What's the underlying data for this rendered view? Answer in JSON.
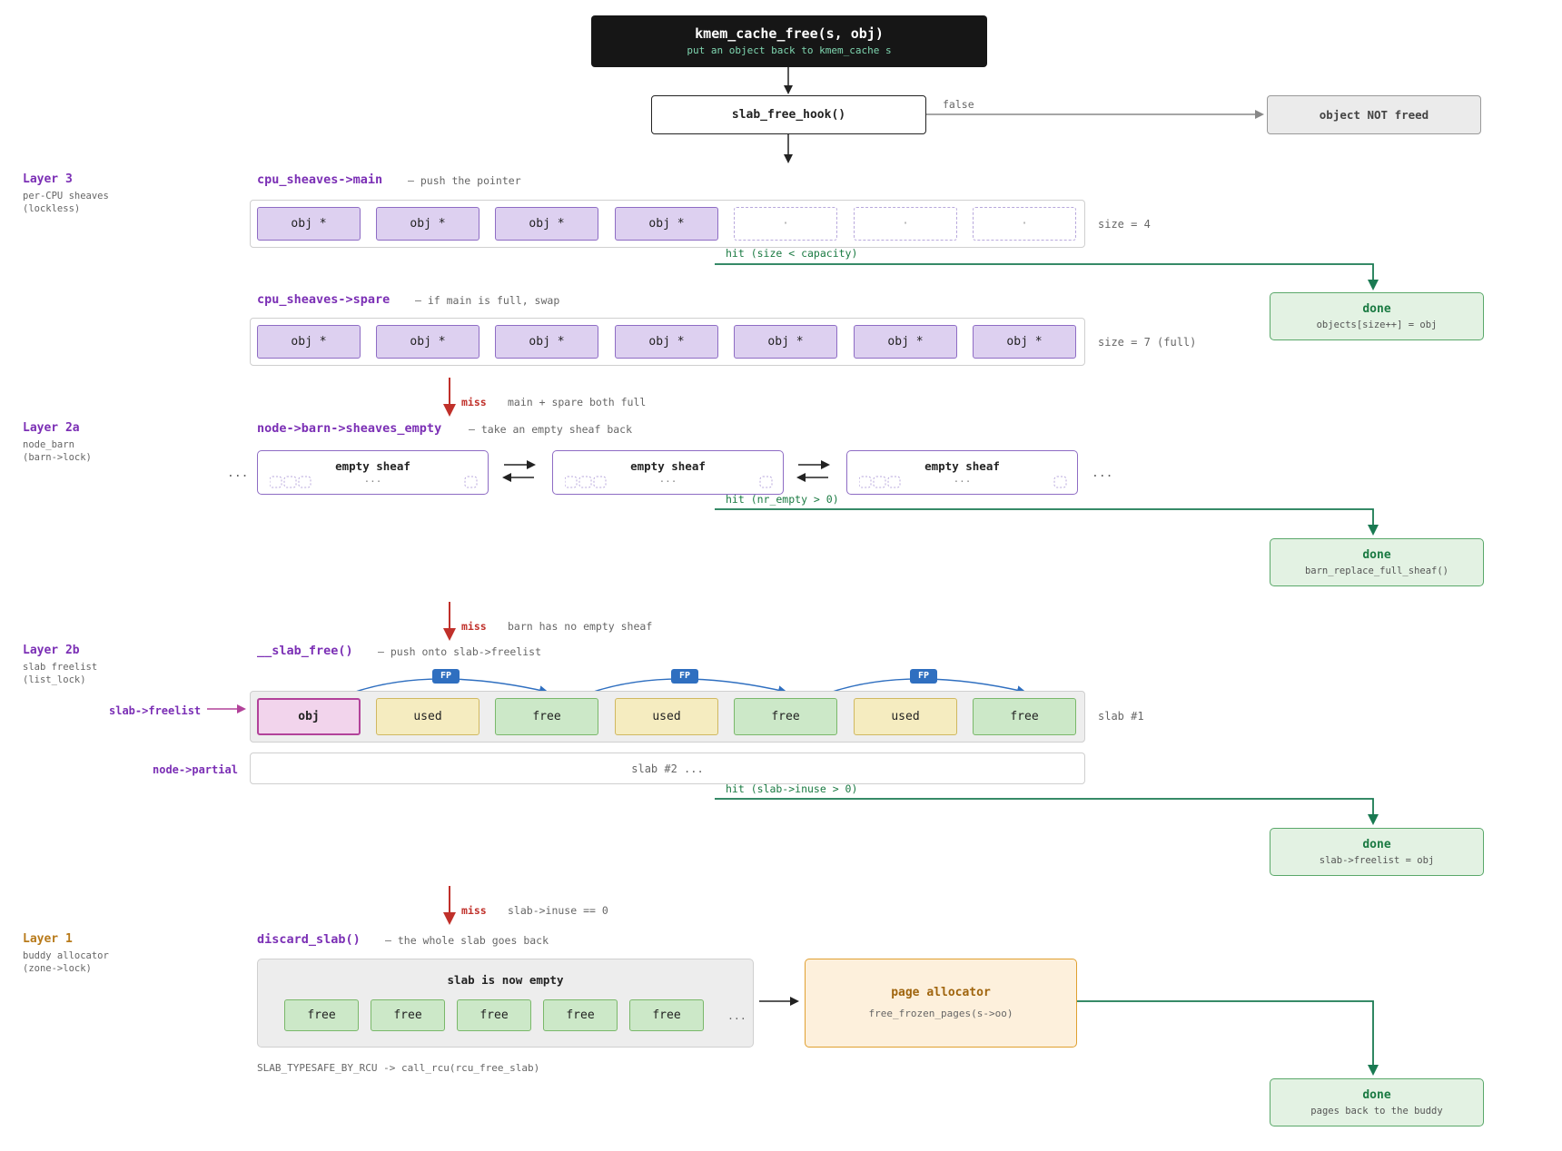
{
  "top": {
    "title": "kmem_cache_free(s, obj)",
    "subtitle": "put an object back to kmem_cache s"
  },
  "hook": {
    "label": "slab_free_hook()",
    "false_label": "false",
    "not_freed": "object NOT freed"
  },
  "layer3": {
    "title": "Layer 3",
    "sub1": "per-CPU sheaves",
    "sub2": "(lockless)",
    "main_head": "cpu_sheaves->main",
    "main_note": "— push the pointer",
    "main_cells": [
      "obj *",
      "obj *",
      "obj *",
      "obj *",
      "·",
      "·",
      "·"
    ],
    "main_size": "size = 4",
    "hit": "hit (size < capacity)",
    "spare_head": "cpu_sheaves->spare",
    "spare_note": "— if main is full, swap",
    "spare_cells": [
      "obj *",
      "obj *",
      "obj *",
      "obj *",
      "obj *",
      "obj *",
      "obj *"
    ],
    "spare_size": "size = 7 (full)",
    "done_title": "done",
    "done_sub": "objects[size++] = obj",
    "miss": "miss",
    "miss_note": "main + spare both full"
  },
  "layer2a": {
    "title": "Layer 2a",
    "sub1": "node_barn",
    "sub2": "(barn->lock)",
    "head": "node->barn->sheaves_empty",
    "note": "— take an empty sheaf back",
    "sheaf_title": "empty sheaf",
    "sheaf_dots": "...",
    "ellipsis": "...",
    "hit": "hit (nr_empty > 0)",
    "done_title": "done",
    "done_sub": "barn_replace_full_sheaf()",
    "miss": "miss",
    "miss_note": "barn has no empty sheaf"
  },
  "layer2b": {
    "title": "Layer 2b",
    "sub1": "slab freelist",
    "sub2": "(list_lock)",
    "head": "__slab_free()",
    "note": "— push onto slab->freelist",
    "freelist_label": "slab->freelist",
    "cells": [
      "obj",
      "used",
      "free",
      "used",
      "free",
      "used",
      "free"
    ],
    "fp": "FP",
    "slab1": "slab #1",
    "partial_label": "node->partial",
    "slab2": "slab #2 ...",
    "hit": "hit (slab->inuse > 0)",
    "done_title": "done",
    "done_sub": "slab->freelist = obj",
    "miss": "miss",
    "miss_note": "slab->inuse == 0"
  },
  "layer1": {
    "title": "Layer 1",
    "sub1": "buddy allocator",
    "sub2": "(zone->lock)",
    "head": "discard_slab()",
    "note": "— the whole slab goes back",
    "empty_title": "slab is now empty",
    "cells": [
      "free",
      "free",
      "free",
      "free",
      "free"
    ],
    "ellipsis": "...",
    "page_title": "page allocator",
    "page_sub": "free_frozen_pages(s->oo)",
    "rcu_note": "SLAB_TYPESAFE_BY_RCU -> call_rcu(rcu_free_slab)",
    "done_title": "done",
    "done_sub": "pages back to the buddy"
  },
  "colors": {
    "purple": "#7b2fb5",
    "green": "#1a7a42",
    "red": "#c0302a",
    "orange": "#b87a1a",
    "blue": "#2f6fc0"
  }
}
